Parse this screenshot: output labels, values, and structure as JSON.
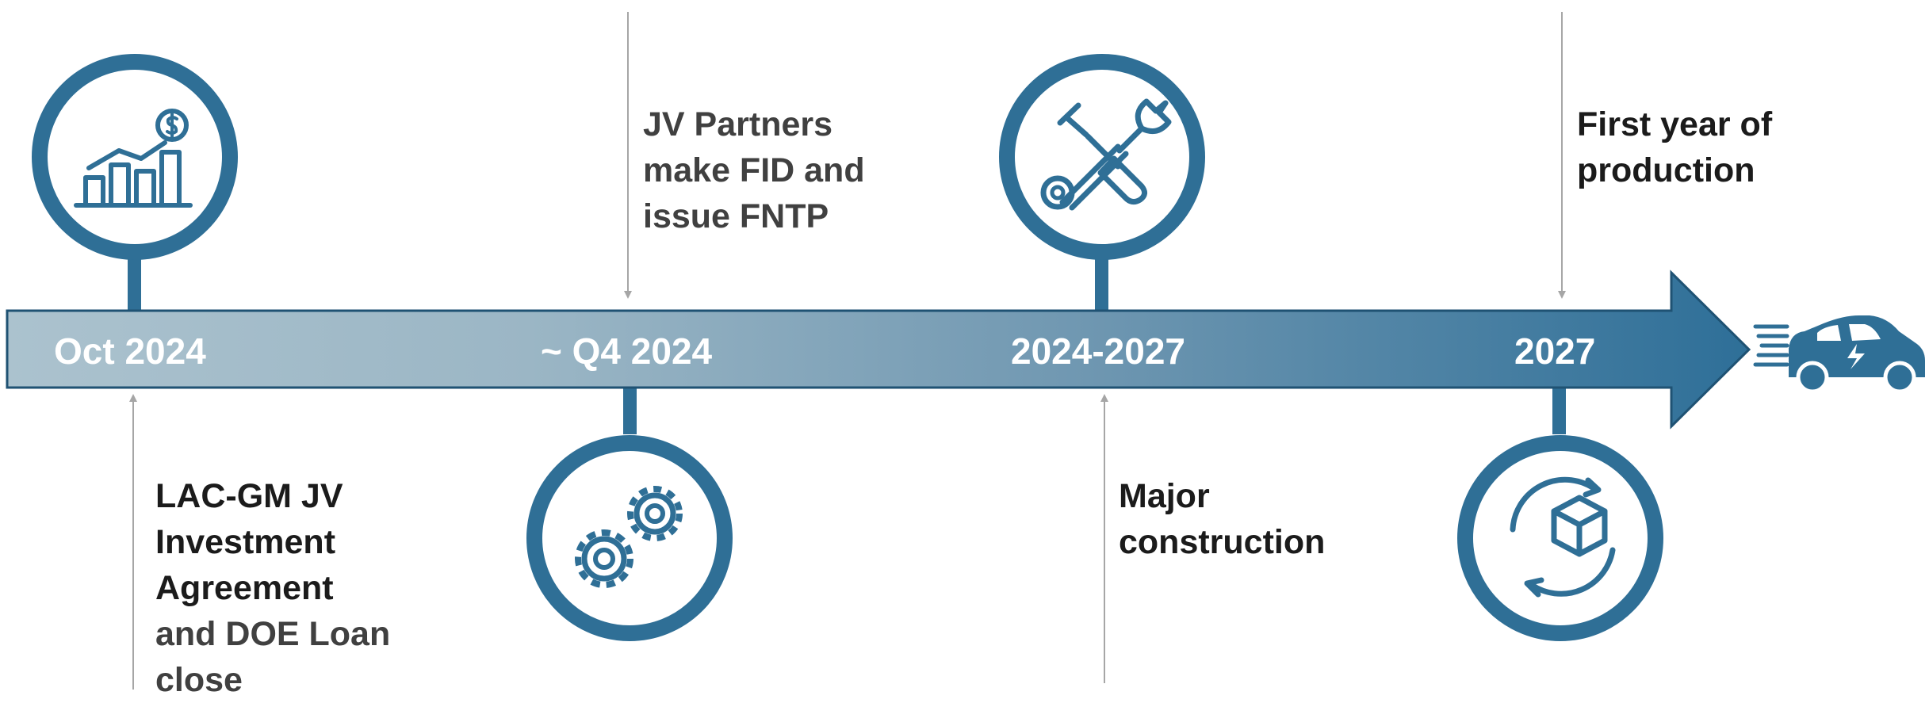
{
  "colors": {
    "accent": "#2f6f96",
    "bar_light": "#a9bfcb",
    "bar_dark": "#2e6f98",
    "pointer": "#a6a6a6",
    "text_dark": "#1b1b1b",
    "text_gray": "#404040"
  },
  "milestones": [
    {
      "date": "Oct 2024",
      "icon": "revenue-chart-icon",
      "caption_lines": [
        "LAC-GM JV",
        "Investment",
        "Agreement",
        "and DOE Loan",
        "close"
      ]
    },
    {
      "date": "~ Q4 2024",
      "icon": "gears-icon",
      "caption_lines": [
        "JV Partners",
        "make FID and",
        "issue FNTP"
      ]
    },
    {
      "date": "2024-2027",
      "icon": "wrench-screwdriver-icon",
      "caption_lines": [
        "Major",
        "construction"
      ]
    },
    {
      "date": "2027",
      "icon": "box-cycle-icon",
      "caption_lines": [
        "First year of",
        "production"
      ]
    }
  ],
  "end_icon": "electric-car-icon"
}
